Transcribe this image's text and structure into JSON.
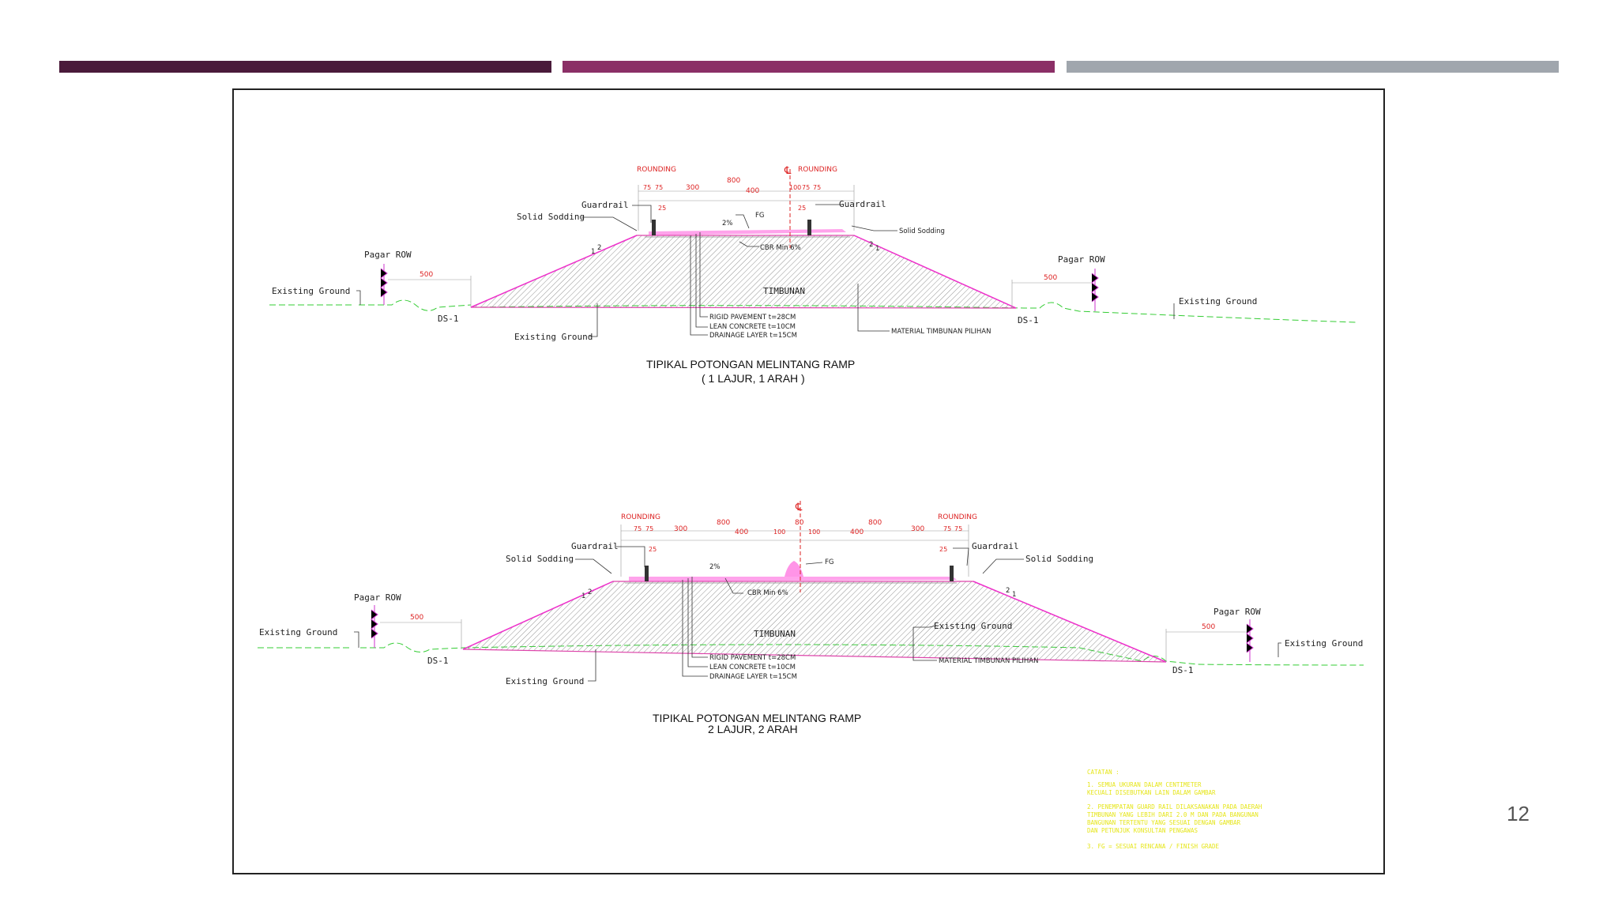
{
  "slide": {
    "page_number": "12",
    "colors": {
      "bar1": "#4a1a3a",
      "bar2": "#8b2f66",
      "bar3": "#a0a6ad"
    }
  },
  "top_section": {
    "title_line1": "TIPIKAL POTONGAN MELINTANG RAMP",
    "title_line2": "( 1 LAJUR, 1 ARAH )",
    "rounding_left": "ROUNDING",
    "rounding_right": "ROUNDING",
    "centerline": "℄",
    "dim_800": "800",
    "dim_300": "300",
    "dim_400": "400",
    "dim_75a": "75",
    "dim_75b": "75",
    "dim_100": "100",
    "dim_75c": "75",
    "dim_75d": "75",
    "dim_25_left": "25",
    "dim_25_right": "25",
    "guardrail_left": "Guardrail",
    "guardrail_right": "Guardrail",
    "solid_sodding_left": "Solid Sodding",
    "solid_sodding_right": "Solid Sodding",
    "slope_2pct": "2%",
    "fg": "FG",
    "cbr": "CBR Min 6%",
    "pagar_row_left": "Pagar ROW",
    "pagar_row_right": "Pagar ROW",
    "dim_500_left": "500",
    "dim_500_right": "500",
    "existing_ground_left": "Existing Ground",
    "existing_ground_right": "Existing Ground",
    "existing_ground_bottom": "Existing Ground",
    "ds1_left": "DS-1",
    "ds1_right": "DS-1",
    "timbunan": "TIMBUNAN",
    "rigid": "RIGID PAVEMENT t=28CM",
    "lean": "LEAN CONCRETE t=10CM",
    "drainage": "DRAINAGE LAYER t=15CM",
    "material": "MATERIAL TIMBUNAN PILIHAN",
    "slope_left_v": "2",
    "slope_left_h": "1",
    "slope_right_v": "2",
    "slope_right_h": "1"
  },
  "bottom_section": {
    "title_line1": "TIPIKAL POTONGAN MELINTANG RAMP",
    "title_line2": "2 LAJUR, 2 ARAH",
    "rounding_left": "ROUNDING",
    "rounding_right": "ROUNDING",
    "centerline": "℄",
    "dim_80": "80",
    "dim_800_left": "800",
    "dim_800_right": "800",
    "dim_300_left": "300",
    "dim_300_right": "300",
    "dim_400_left": "400",
    "dim_400_right": "400",
    "dim_100_left": "100",
    "dim_100_right": "100",
    "dim_75a": "75",
    "dim_75b": "75",
    "dim_75c": "75",
    "dim_75d": "75",
    "dim_25_left": "25",
    "dim_25_right": "25",
    "guardrail_left": "Guardrail",
    "guardrail_right": "Guardrail",
    "solid_sodding_left": "Solid Sodding",
    "solid_sodding_right": "Solid Sodding",
    "slope_2pct": "2%",
    "fg": "FG",
    "cbr": "CBR Min 6%",
    "pagar_row_left": "Pagar ROW",
    "pagar_row_right": "Pagar ROW",
    "dim_500_left": "500",
    "dim_500_right": "500",
    "existing_ground_left": "Existing Ground",
    "existing_ground_right": "Existing Ground",
    "existing_ground_bottom": "Existing Ground",
    "existing_ground_inner": "Existing Ground",
    "ds1_left": "DS-1",
    "ds1_right": "DS-1",
    "timbunan": "TIMBUNAN",
    "rigid": "RIGID PAVEMENT t=28CM",
    "lean": "LEAN CONCRETE t=10CM",
    "drainage": "DRAINAGE LAYER t=15CM",
    "material": "MATERIAL TIMBUNAN PILIHAN",
    "slope_left_v": "2",
    "slope_left_h": "1",
    "slope_right_v": "2",
    "slope_right_h": "1"
  },
  "notes": {
    "heading": "CATATAN :",
    "line1": "1. SEMUA UKURAN DALAM CENTIMETER",
    "line2": "   KECUALI DISEBUTKAN LAIN DALAM GAMBAR",
    "line3": "2. PENEMPATAN GUARD RAIL DILAKSANAKAN PADA DAERAH",
    "line4": "   TIMBUNAN YANG LEBIH DARI 2.0 M DAN PADA BANGUNAN",
    "line5": "   BANGUNAN TERTENTU YANG SESUAI DENGAN GAMBAR",
    "line6": "   DAN PETUNJUK KONSULTAN PENGAWAS",
    "line7": "3. FG = SESUAI RENCANA / FINISH GRADE"
  }
}
